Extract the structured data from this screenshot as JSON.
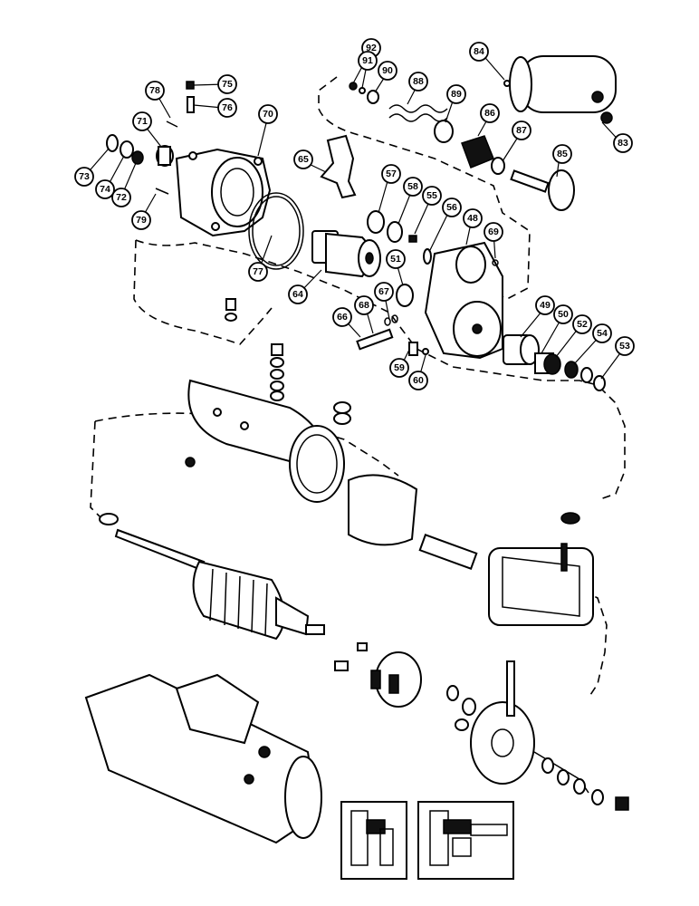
{
  "callouts": [
    "92",
    "91",
    "90",
    "88",
    "89",
    "86",
    "84",
    "83",
    "87",
    "85",
    "78",
    "75",
    "76",
    "70",
    "71",
    "73",
    "74",
    "72",
    "79",
    "65",
    "57",
    "58",
    "55",
    "56",
    "48",
    "69",
    "77",
    "64",
    "51",
    "67",
    "68",
    "66",
    "49",
    "50",
    "52",
    "54",
    "53",
    "59",
    "60"
  ]
}
